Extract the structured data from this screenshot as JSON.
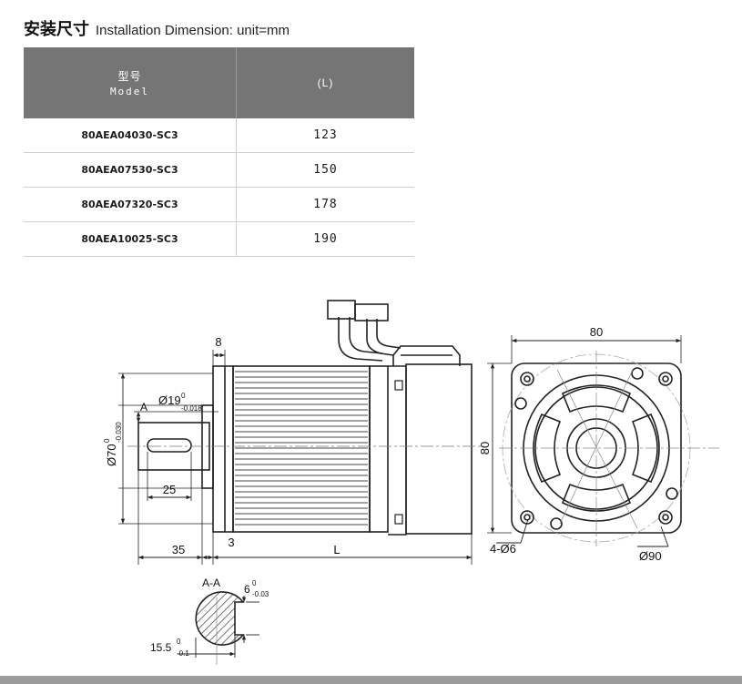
{
  "heading": {
    "cn": "安装尺寸",
    "en": "Installation Dimension: unit=mm"
  },
  "table": {
    "header": {
      "model_cn": "型号",
      "model_en": "Model",
      "length": "(L)"
    },
    "rows": [
      {
        "model": "80AEA04030-SC3",
        "length": "123"
      },
      {
        "model": "80AEA07530-SC3",
        "length": "150"
      },
      {
        "model": "80AEA07320-SC3",
        "length": "178"
      },
      {
        "model": "80AEA10025-SC3",
        "length": "190"
      }
    ]
  },
  "drawing": {
    "flange_thickness": "8",
    "shaft_dia_label": "Ø19",
    "shaft_dia_tol_upper": "0",
    "shaft_dia_tol_lower": "-0.018",
    "section_marker": "A",
    "spigot_dia_label": "Ø70",
    "spigot_dia_tol_upper": "0",
    "spigot_dia_tol_lower": "-0.030",
    "key_length": "25",
    "shaft_length": "35",
    "spigot_step": "3",
    "body_length": "L",
    "square_width": "80",
    "square_height": "80",
    "mount_holes": "4-Ø6",
    "pcd": "Ø90",
    "section_title": "A-A",
    "key_width": "6",
    "key_width_tol_upper": "0",
    "key_width_tol_lower": "-0.03",
    "key_depth": "15.5",
    "key_depth_tol_upper": "0",
    "key_depth_tol_lower": "-0.1"
  }
}
